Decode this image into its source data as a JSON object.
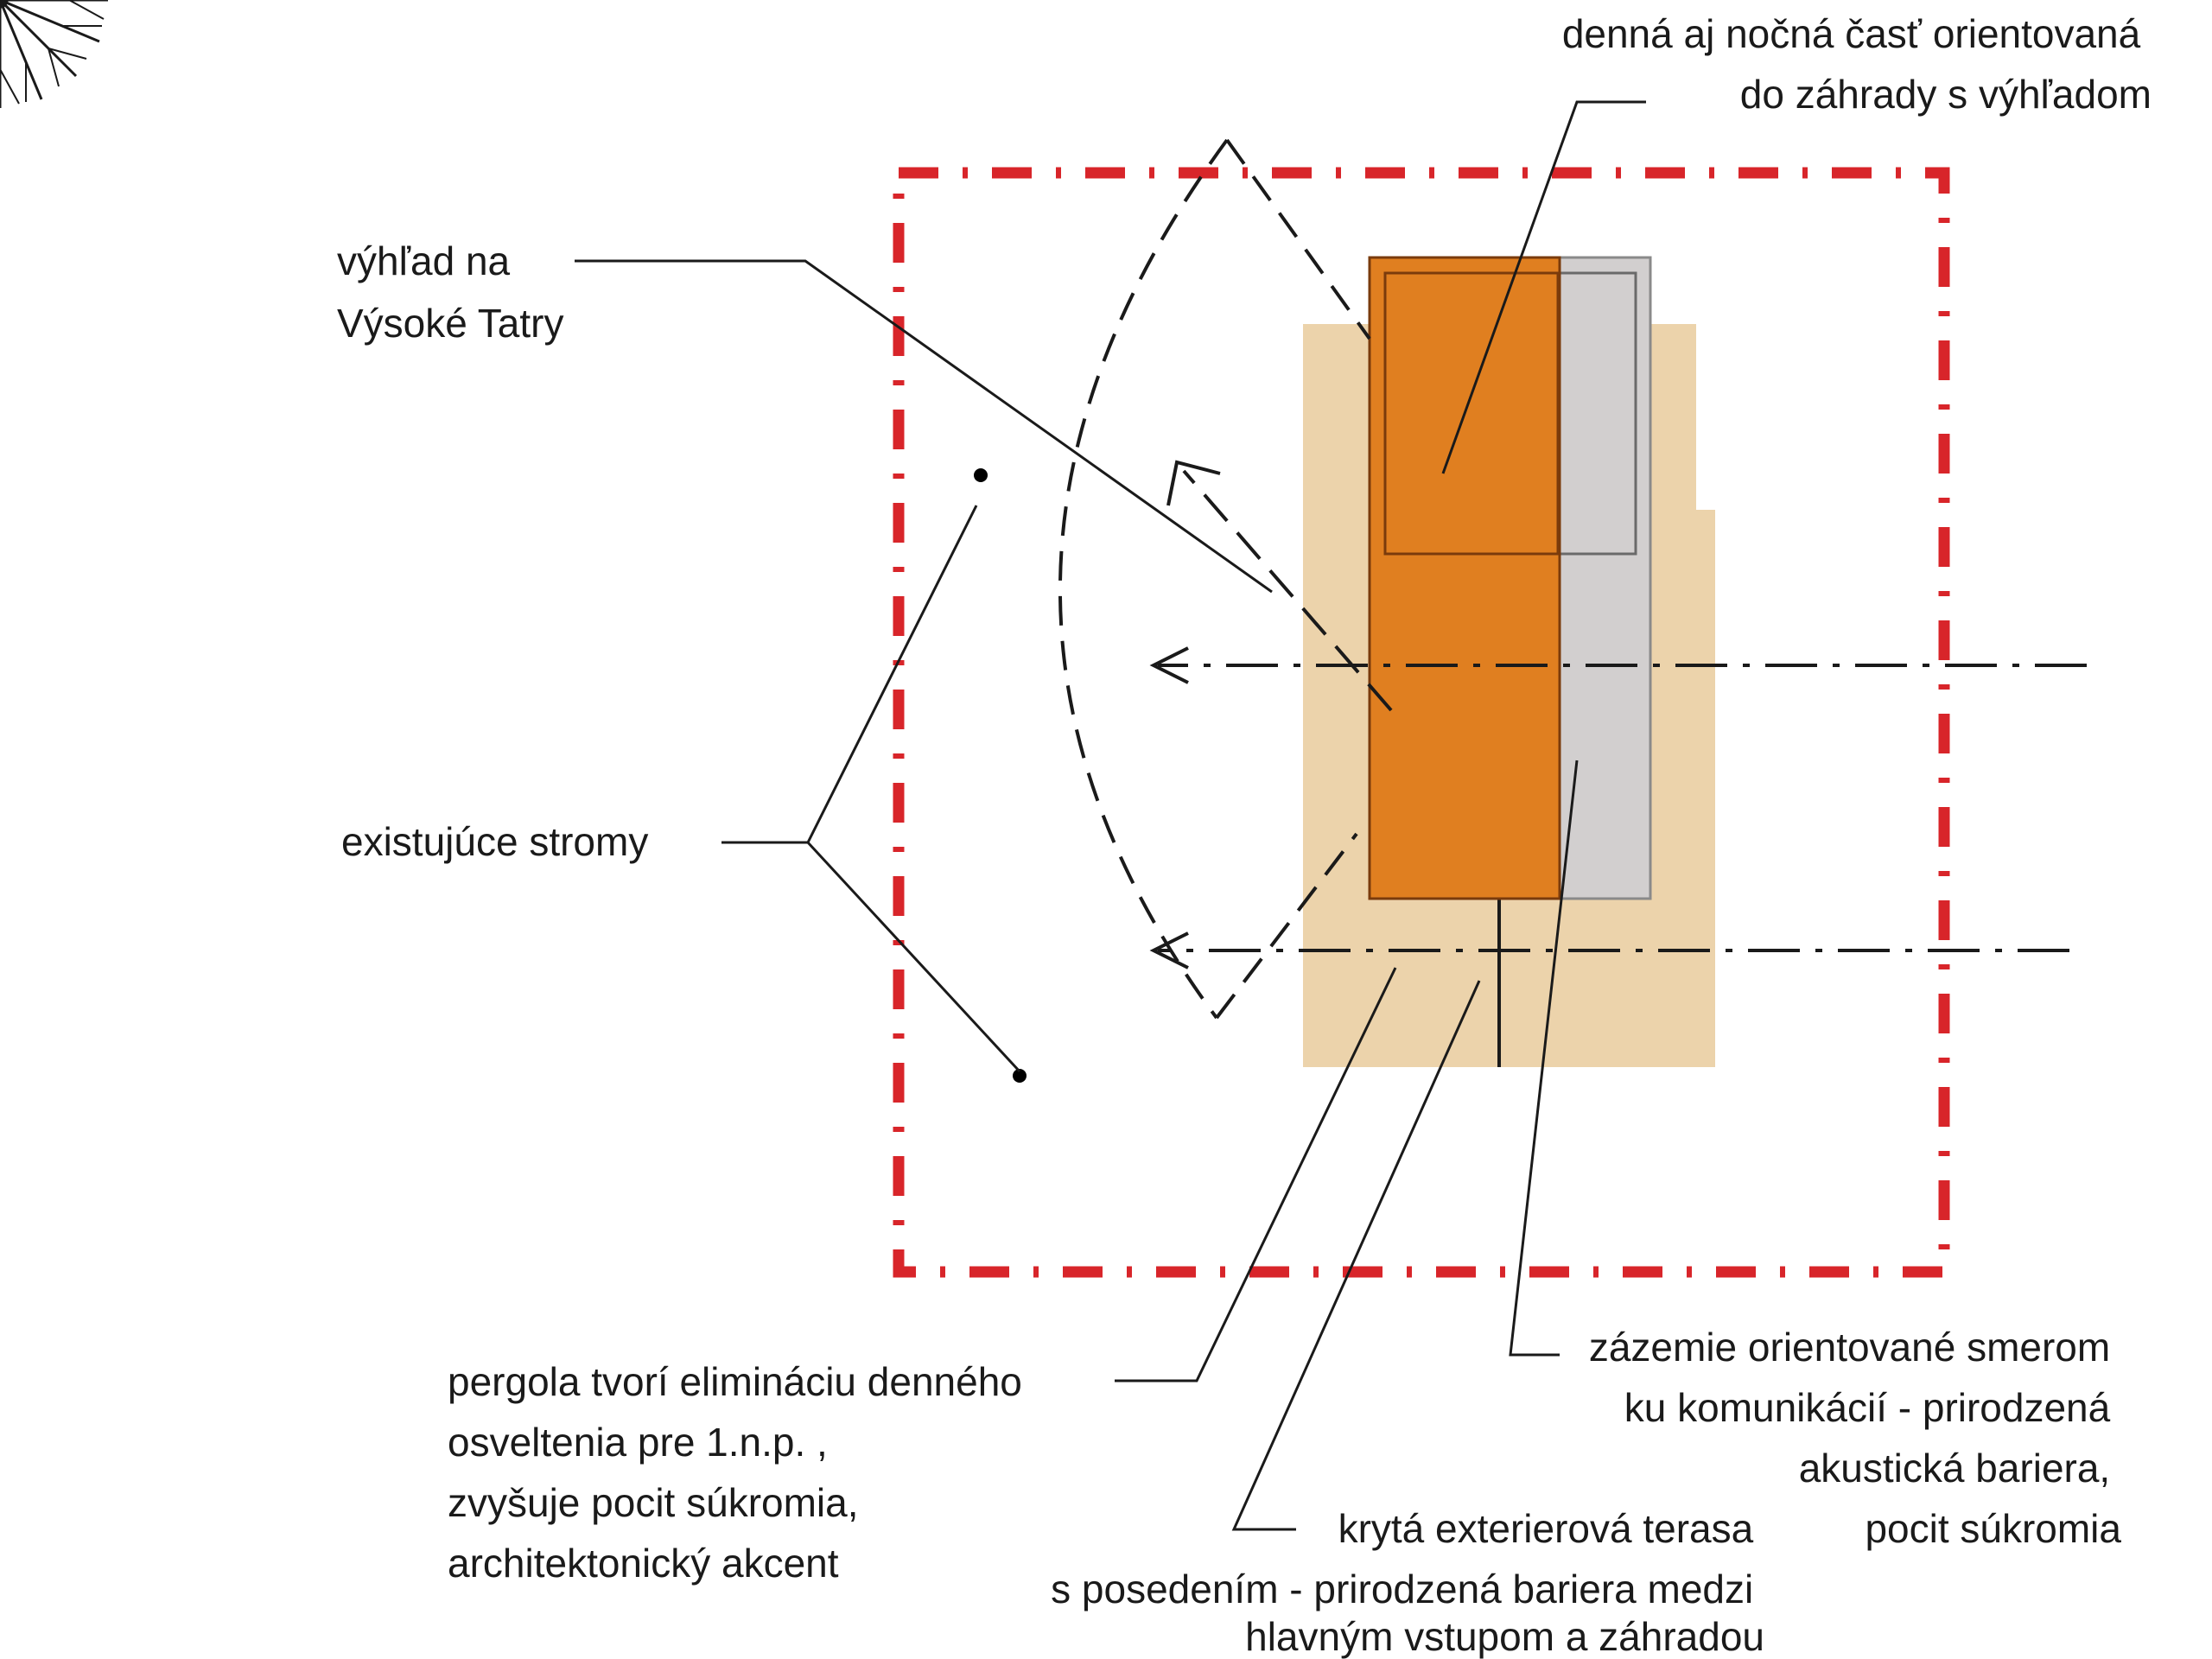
{
  "labels": {
    "top_right": [
      "denná aj nočná časť orientovaná",
      "do záhrady s výhľadom"
    ],
    "view": [
      "výhľad na",
      "Výsoké Tatry"
    ],
    "trees": [
      "existujúce stromy"
    ],
    "pergola": [
      "pergola tvorí elimináciu denného",
      "osveltenia pre 1.n.p. ,",
      "zvyšuje pocit súkromia,",
      "architektonický akcent"
    ],
    "terrace": [
      "krytá exterierová terasa",
      "s posedením - prirodzená bariera medzi",
      "hlavným vstupom a záhradou"
    ],
    "background": [
      "zázemie orientované smerom",
      "ku komunikácií - prirodzená",
      "akustická bariera,",
      "pocit súkromia"
    ]
  },
  "colors": {
    "boundary": "#d8252a",
    "house_living": "#e07f20",
    "pergola_terrace": "#ecd3ab",
    "service_zone": "#d2cfcf",
    "lines": "#1a1a1a"
  }
}
